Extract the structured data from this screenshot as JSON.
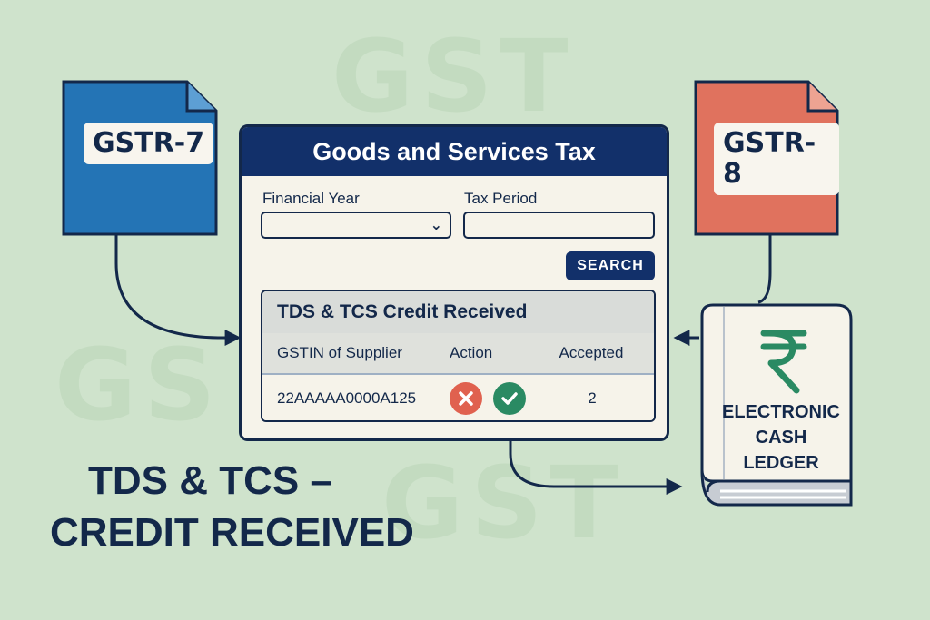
{
  "watermarks": [
    "GST",
    "GS",
    "GST"
  ],
  "documents": {
    "left": {
      "label": "GSTR-7",
      "color": "#2474b5"
    },
    "right": {
      "label": "GSTR-8",
      "color": "#e0725e"
    }
  },
  "portal": {
    "title": "Goods and Services Tax",
    "financial_year_label": "Financial Year",
    "financial_year_value": "",
    "tax_period_label": "Tax Period",
    "tax_period_value": "",
    "search_label": "SEARCH",
    "panel_title": "TDS & TCS Credit Received",
    "columns": [
      "GSTIN of Supplier",
      "Action",
      "Accepted"
    ],
    "rows": [
      {
        "gstin": "22AAAAA0000A125",
        "accepted": "2"
      }
    ]
  },
  "ledger": {
    "lines": [
      "ELECTRONIC",
      "CASH",
      "LEDGER"
    ],
    "icon": "rupee-icon",
    "icon_color": "#2a8a63"
  },
  "headline": {
    "line1": "TDS & TCS –",
    "line2": "CREDIT RECEIVED"
  },
  "colors": {
    "background": "#cfe3cc",
    "navy": "#12306a",
    "reject": "#e0614f",
    "accept": "#2a8a63"
  }
}
